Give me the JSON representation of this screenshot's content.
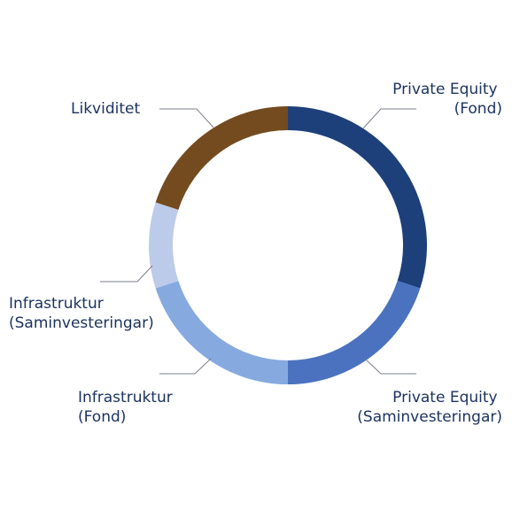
{
  "chart_data": {
    "type": "pie",
    "variant": "donut",
    "categories": [
      "Private Equity (Fond)",
      "Private Equity (Saminvesteringar)",
      "Infrastruktur (Fond)",
      "Infrastruktur (Saminvesteringar)",
      "Likviditet"
    ],
    "values": [
      30,
      20,
      20,
      10,
      20
    ],
    "unit": "%",
    "colors": [
      "#1d3f7a",
      "#4b72bf",
      "#86a9e0",
      "#bccbea",
      "#744b1e"
    ],
    "start_angle_deg": 0,
    "direction": "clockwise",
    "legend": "none",
    "labels": [
      {
        "lines": [
          "Private Equity",
          "(Fond)"
        ]
      },
      {
        "lines": [
          "Private Equity",
          "(Saminvesteringar)"
        ]
      },
      {
        "lines": [
          "Infrastruktur",
          "(Fond)"
        ]
      },
      {
        "lines": [
          "Infrastruktur",
          "(Saminvesteringar)"
        ]
      },
      {
        "lines": [
          "Likviditet"
        ]
      }
    ]
  }
}
